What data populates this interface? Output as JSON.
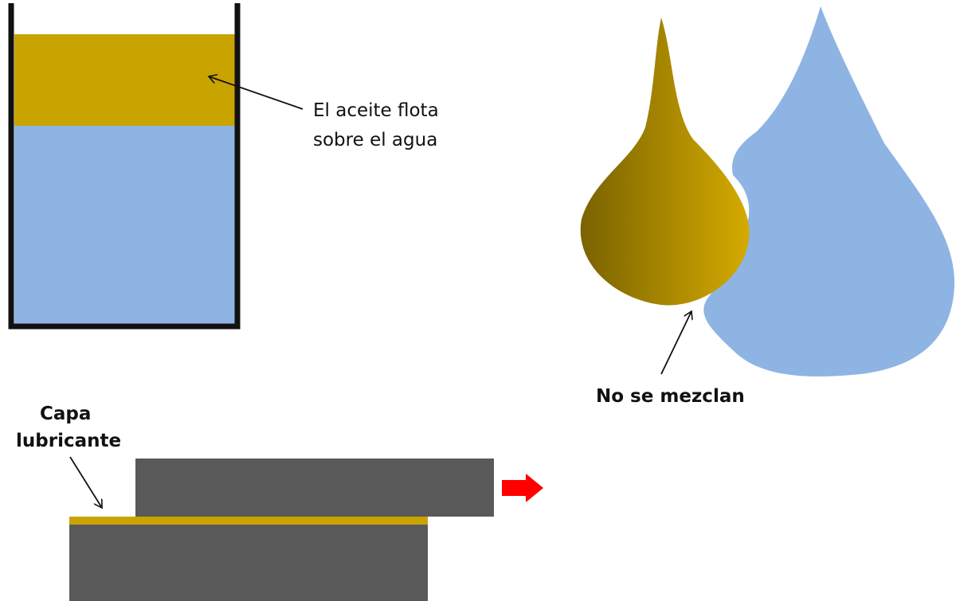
{
  "colors": {
    "oil": "#c9a400",
    "oil_dark": "#7a6200",
    "water": "#8eb4e3",
    "plate": "#595959",
    "container_wall": "#111111",
    "arrow_red": "#ff0000"
  },
  "labels": {
    "oil_floats_line1": "El aceite flota",
    "oil_floats_line2": "sobre el agua",
    "no_mix": "No se mezclan",
    "lubricant_line1": "Capa",
    "lubricant_line2": "lubricante"
  },
  "icons": {
    "motion_arrow": "right-arrow-icon"
  }
}
